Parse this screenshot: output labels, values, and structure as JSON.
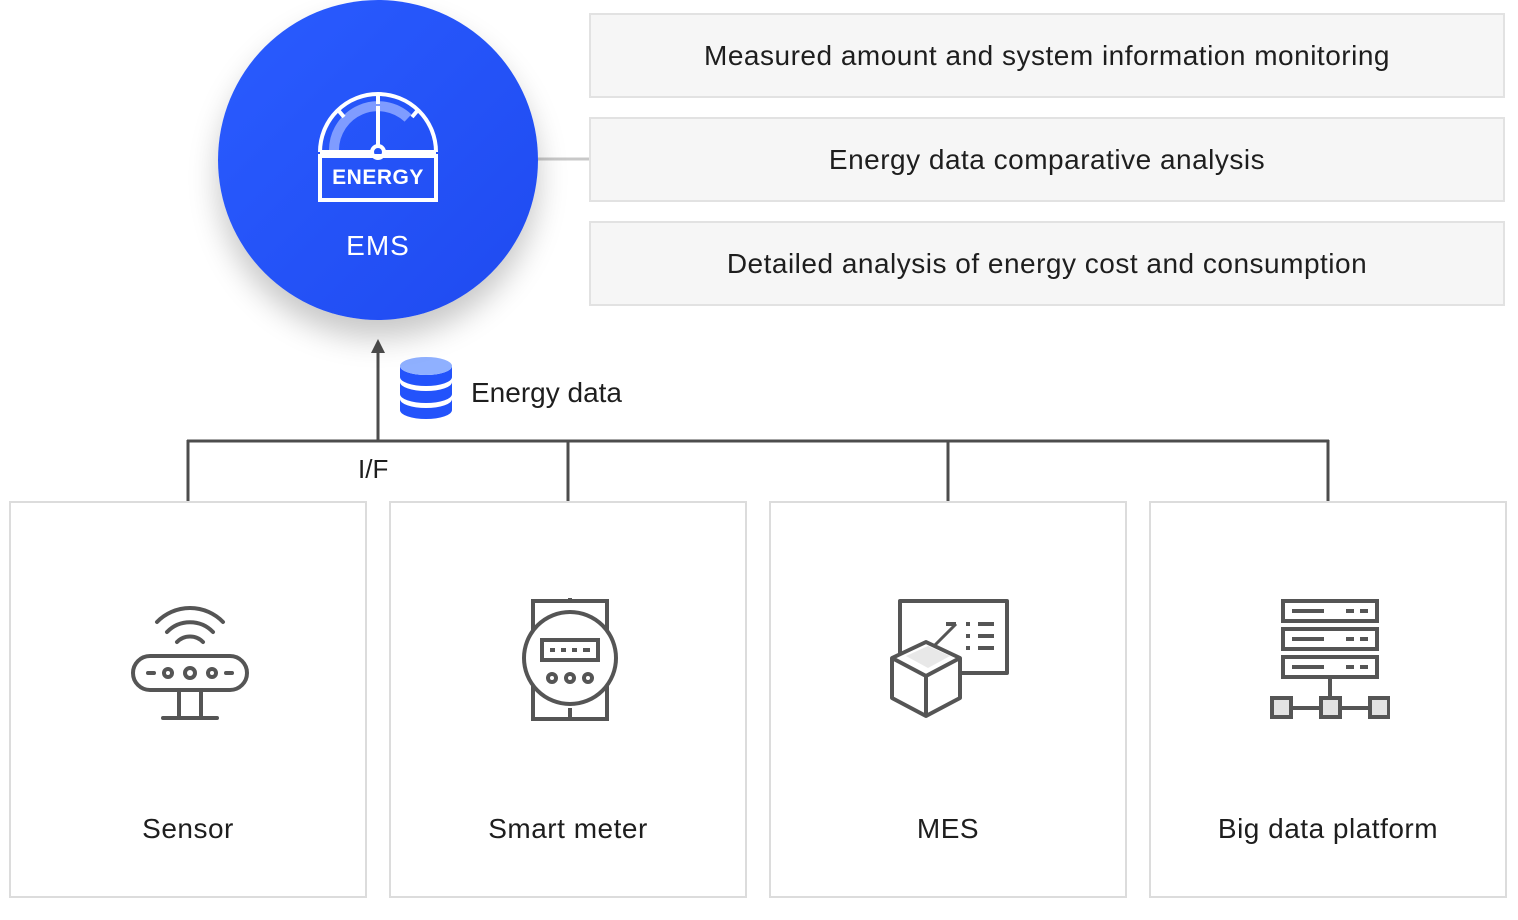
{
  "ems": {
    "label": "EMS",
    "badge": "ENERGY",
    "color": "#2353fb"
  },
  "features": [
    {
      "label": "Measured amount and system information monitoring"
    },
    {
      "label": "Energy data comparative analysis"
    },
    {
      "label": "Detailed analysis of energy cost and consumption"
    }
  ],
  "flow": {
    "data_label": "Energy data",
    "interface_label": "I/F",
    "data_icon": "database-icon"
  },
  "sources": [
    {
      "label": "Sensor",
      "icon": "wifi-router-icon"
    },
    {
      "label": "Smart meter",
      "icon": "electric-meter-icon"
    },
    {
      "label": "MES",
      "icon": "package-checklist-icon"
    },
    {
      "label": "Big data platform",
      "icon": "server-network-icon"
    }
  ],
  "colors": {
    "accent": "#2353fb",
    "line": "#4d4d4d",
    "box_fill": "#f6f6f6",
    "box_border": "#e2e2e2"
  }
}
